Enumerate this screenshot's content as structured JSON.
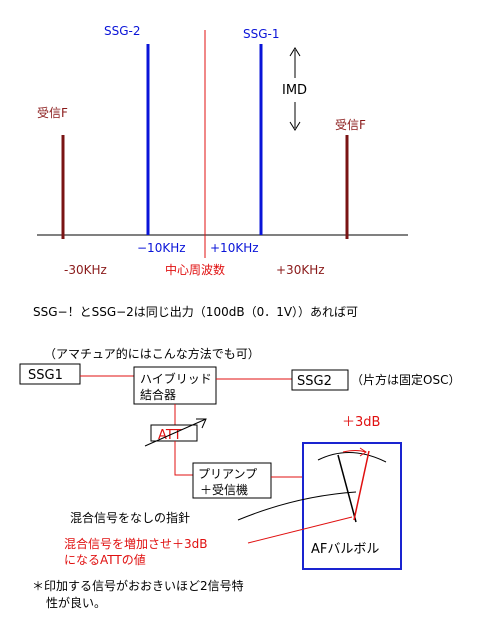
{
  "spectrum": {
    "ssg2_label": "SSG-2",
    "ssg1_label": "SSG-1",
    "imd_label": "IMD",
    "rx_left_label": "受信F",
    "rx_right_label": "受信F",
    "minus10_label": "−10KHz",
    "plus10_label": "+10KHz",
    "minus30_label": "-30KHz",
    "center_label": "中心周波数",
    "plus30_label": "+30KHz"
  },
  "note_output": "SSG−！とSSG−2は同じ出力（100dB（0．1V））あれば可",
  "block": {
    "amateur_note": "（アマチュア的にはこんな方法でも可）",
    "ssg1": "SSG1",
    "hybrid_line1": "ハイブリッド",
    "hybrid_line2": "結合器",
    "ssg2": "SSG2",
    "fixed_osc_note": "（片方は固定OSC）",
    "att": "ATT",
    "preamp_line1": "プリアンプ",
    "preamp_line2": "＋受信機",
    "plus3db": "＋3dB",
    "af_meter": "AFバルボル",
    "needle_no_signal": "混合信号をなしの指針",
    "needle_red_line1": "混合信号を増加させ＋3dB",
    "needle_red_line2": "になるATTの値",
    "footer_line1": "＊印加する信号がおおきいほど2信号特",
    "footer_line2": "性が良い。"
  },
  "colors": {
    "ssg_line": "#0a14d8",
    "rx_line": "#7a1414",
    "red": "#e01010",
    "dark_red_text": "#8a1a1a",
    "black": "#000000"
  }
}
